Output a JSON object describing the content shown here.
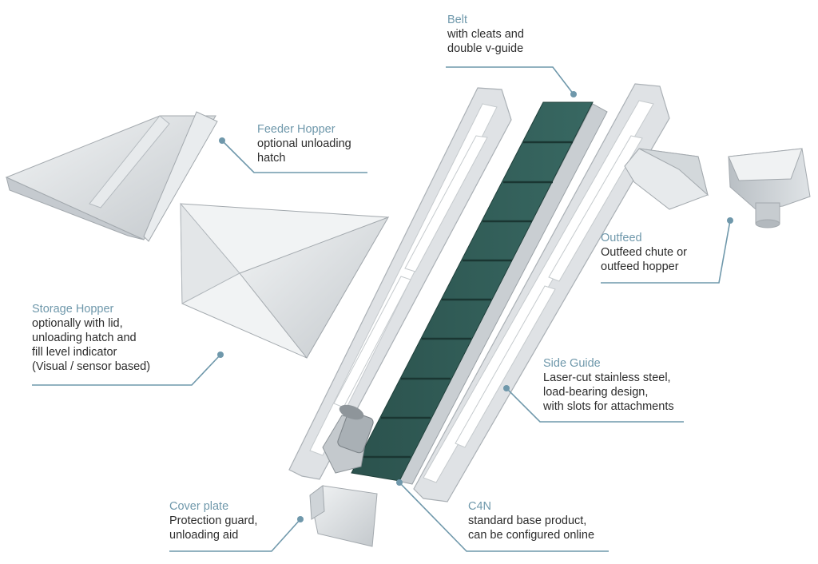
{
  "colors": {
    "accent": "#6f98ab",
    "text": "#2c2c2c",
    "belt": "#2f5a54",
    "cleat": "#1f3f3a",
    "steel": "#d8dcdf",
    "steel_dark": "#a8aeb3"
  },
  "callouts": [
    {
      "id": "belt",
      "title": "Belt",
      "lines": [
        "with cleats and",
        "double v-guide"
      ]
    },
    {
      "id": "feeder",
      "title": "Feeder Hopper",
      "lines": [
        "optional unloading",
        "hatch"
      ]
    },
    {
      "id": "outfeed",
      "title": "Outfeed",
      "lines": [
        "Outfeed chute or",
        "outfeed hopper"
      ]
    },
    {
      "id": "storage",
      "title": "Storage Hopper",
      "lines": [
        "optionally with lid,",
        "unloading hatch and",
        "fill level indicator",
        "(Visual / sensor based)"
      ]
    },
    {
      "id": "side",
      "title": "Side Guide",
      "lines": [
        "Laser-cut stainless steel,",
        "load-bearing design,",
        "with slots for attachments"
      ]
    },
    {
      "id": "cover",
      "title": "Cover plate",
      "lines": [
        "Protection guard,",
        "unloading aid"
      ]
    },
    {
      "id": "c4n",
      "title": "C4N",
      "lines": [
        "standard base product,",
        "can be configured online"
      ]
    }
  ]
}
